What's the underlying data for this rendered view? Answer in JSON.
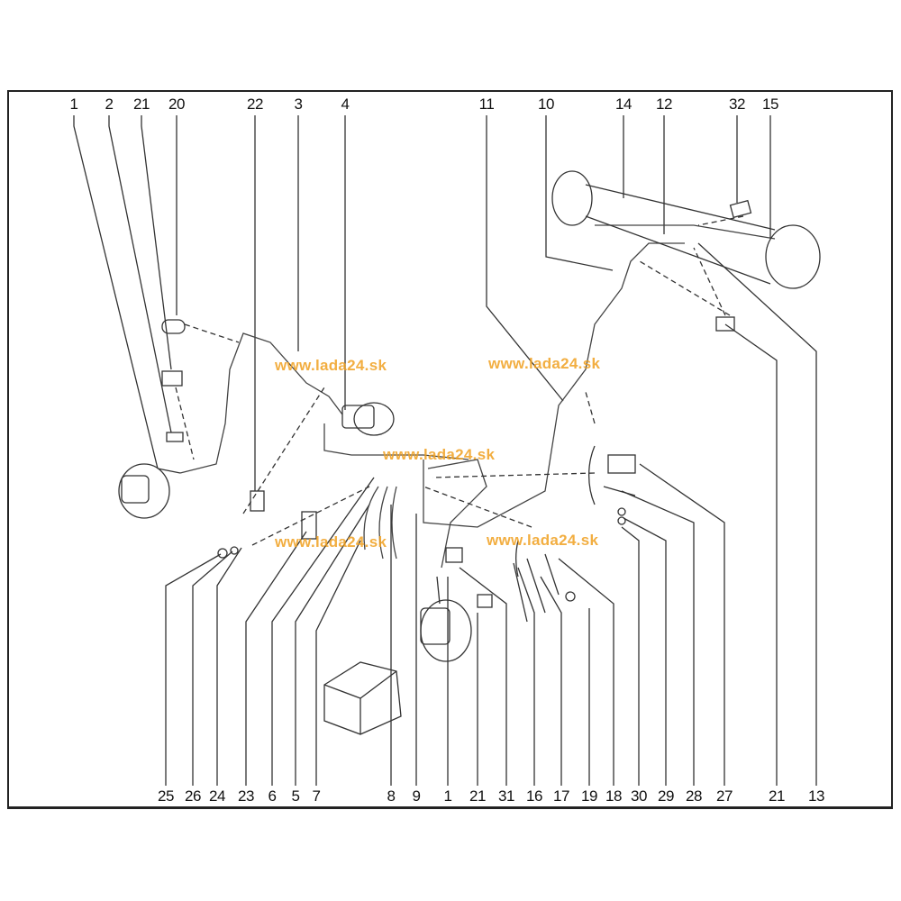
{
  "diagram": {
    "top_callouts": [
      "1",
      "2",
      "21",
      "20",
      "22",
      "3",
      "4",
      "11",
      "10",
      "14",
      "12",
      "32",
      "15"
    ],
    "bottom_callouts": [
      "25",
      "26",
      "24",
      "23",
      "6",
      "5",
      "7",
      "8",
      "9",
      "1",
      "21",
      "31",
      "16",
      "17",
      "19",
      "18",
      "30",
      "29",
      "28",
      "27",
      "21",
      "13"
    ],
    "watermarks": [
      "www.lada24.sk",
      "www.lada24.sk",
      "www.lada24.sk",
      "www.lada24.sk"
    ],
    "colors": {
      "line": "#222222",
      "part_stroke": "#333333",
      "watermark": "#f0a020"
    }
  }
}
